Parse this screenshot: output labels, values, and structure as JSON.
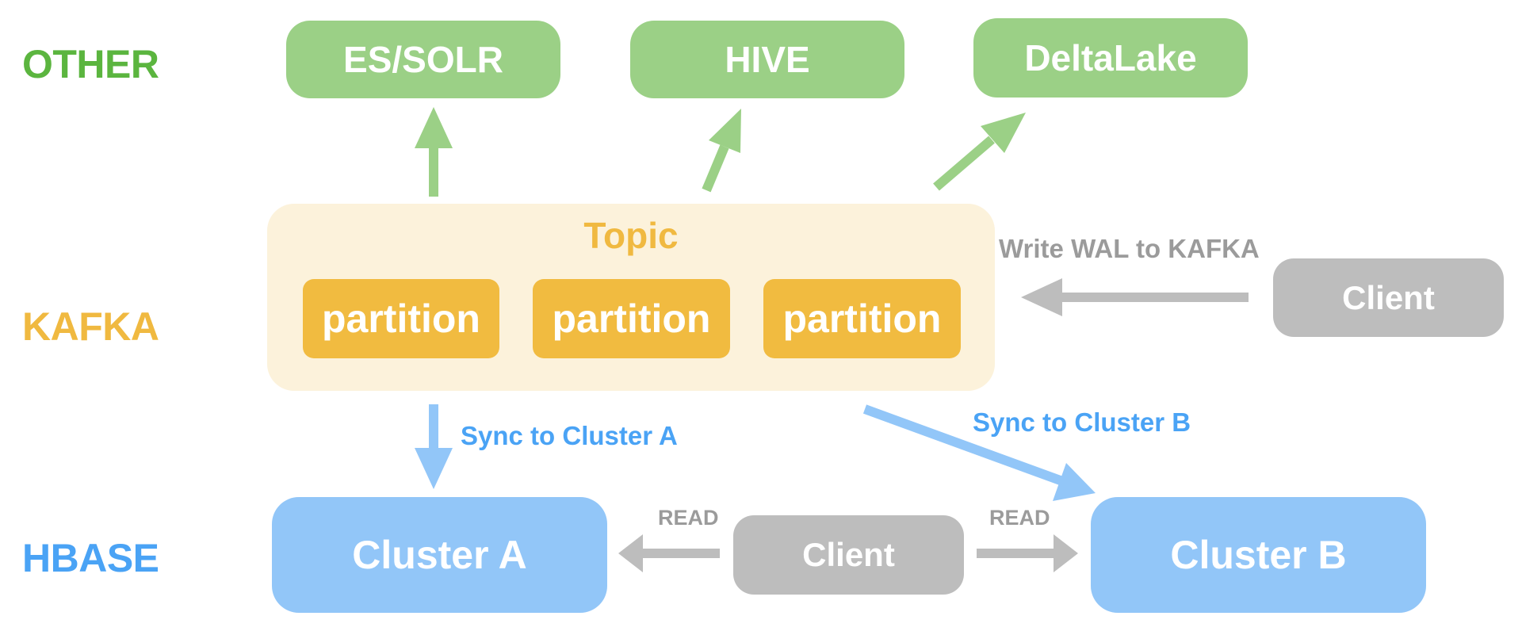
{
  "layers": {
    "other": "OTHER",
    "kafka": "KAFKA",
    "hbase": "HBASE"
  },
  "sinks": {
    "es_solr": "ES/SOLR",
    "hive": "HIVE",
    "delta_lake": "DeltaLake"
  },
  "kafka": {
    "topic": "Topic",
    "partitions": [
      "partition",
      "partition",
      "partition"
    ]
  },
  "clients": {
    "writer": "Client",
    "reader": "Client"
  },
  "clusters": {
    "a": "Cluster A",
    "b": "Cluster B"
  },
  "edges": {
    "write_wal": "Write WAL to KAFKA",
    "sync_a": "Sync to Cluster A",
    "sync_b": "Sync to Cluster B",
    "read_a": "READ",
    "read_b": "READ"
  },
  "colors": {
    "other": "#5bb53f",
    "kafka": "#f0b940",
    "hbase": "#4aa3f5",
    "green_box": "#9bd086",
    "topic_bg": "#fcf2db",
    "partition": "#f1bb40",
    "client": "#bdbdbd",
    "cluster": "#92c6f8",
    "arrow_green": "#9bd086",
    "arrow_blue": "#92c6f8",
    "arrow_gray": "#bdbdbd"
  }
}
